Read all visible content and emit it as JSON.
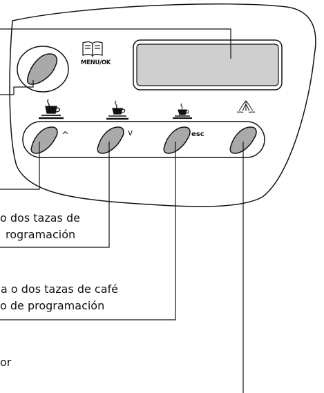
{
  "panel": {
    "menu_label": "MENU/OK",
    "up_symbol": "^",
    "down_symbol": "v",
    "esc_label": "esc",
    "icons": [
      "book-icon",
      "coffee-large-cup-icon",
      "coffee-medium-cup-icon",
      "coffee-small-cup-icon",
      "steam-icon"
    ]
  },
  "callouts": {
    "line1a": "o dos tazas de",
    "line1b": "rogramación",
    "line2a": "a o dos tazas de café",
    "line2b": "o de programación",
    "line3": "or"
  }
}
